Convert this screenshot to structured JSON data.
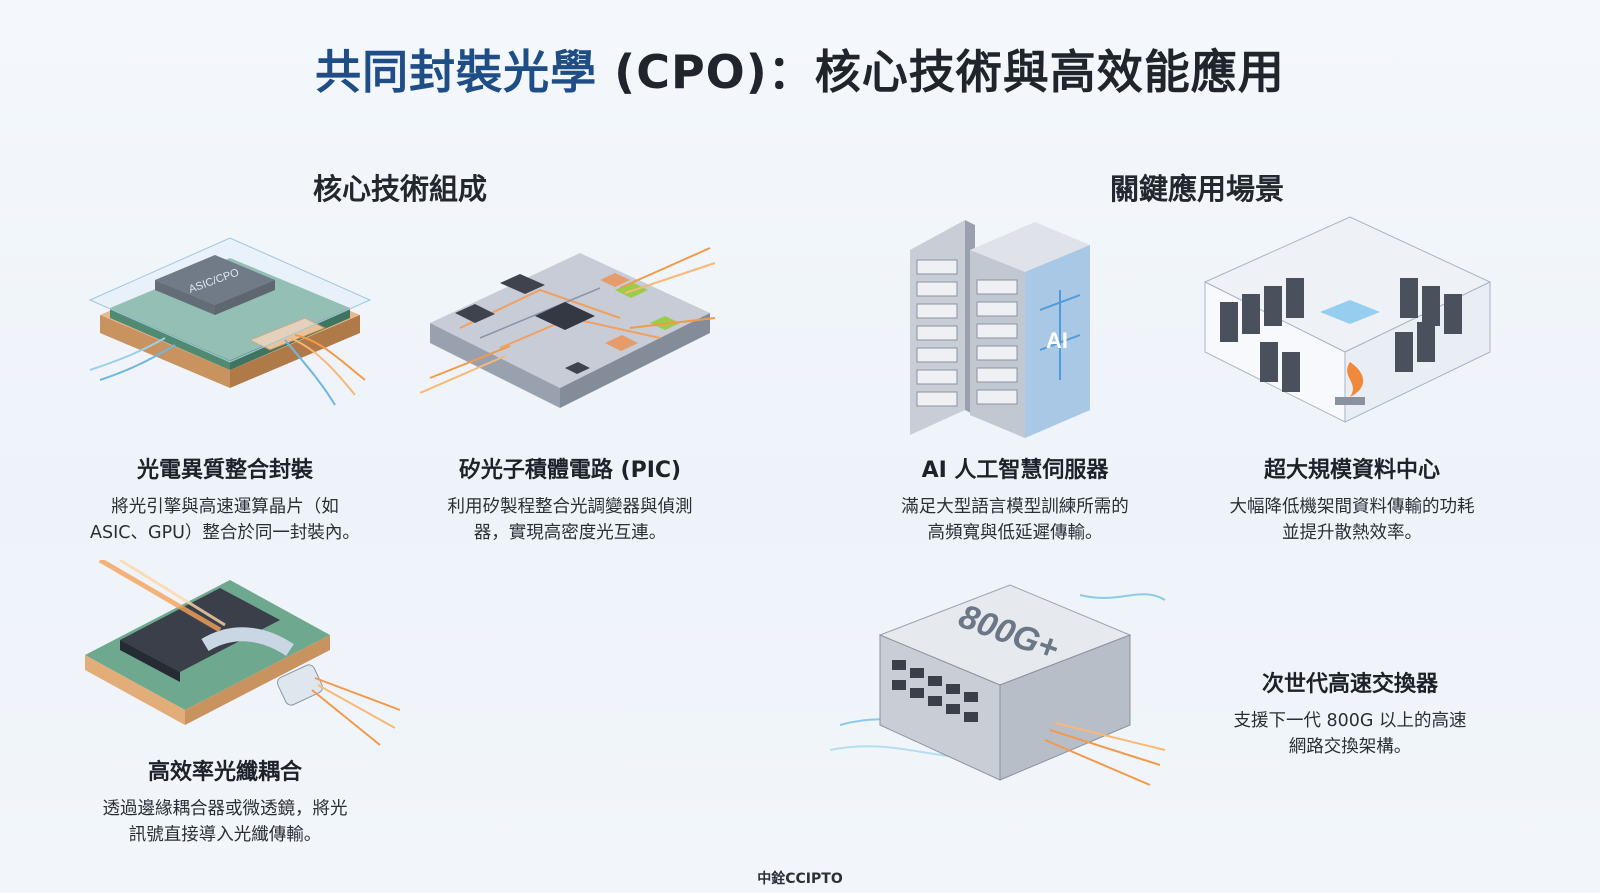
{
  "title": {
    "highlight": "共同封裝光學",
    "rest": " (CPO)：核心技術與高效能應用"
  },
  "sections": {
    "core": "核心技術組成",
    "apps": "關鍵應用場景"
  },
  "core_items": [
    {
      "title": "光電異質整合封裝",
      "desc_line1": "將光引擎與高速運算晶片（如",
      "desc_line2": "ASIC、GPU）整合於同一封裝內。",
      "chip_label": "ASIC/CPO"
    },
    {
      "title": "矽光子積體電路 (PIC)",
      "desc_line1": "利用矽製程整合光調變器與偵測",
      "desc_line2": "器，實現高密度光互連。"
    },
    {
      "title": "高效率光纖耦合",
      "desc_line1": "透過邊緣耦合器或微透鏡，將光",
      "desc_line2": "訊號直接導入光纖傳輸。"
    }
  ],
  "app_items": [
    {
      "title": "AI 人工智慧伺服器",
      "desc_line1": "滿足大型語言模型訓練所需的",
      "desc_line2": "高頻寬與低延遲傳輸。",
      "server_label": "AI"
    },
    {
      "title": "超大規模資料中心",
      "desc_line1": "大幅降低機架間資料傳輸的功耗",
      "desc_line2": "並提升散熱效率。"
    },
    {
      "title": "次世代高速交換器",
      "desc_line1": "支援下一代 800G 以上的高速",
      "desc_line2": "網路交換架構。",
      "switch_label": "800G+"
    }
  ],
  "footer": "中銓CCIPTO",
  "colors": {
    "title_accent": "#1f4e86",
    "text": "#1d2129",
    "fiber_orange": "#f29a4a",
    "fiber_blue": "#6fb7e0"
  }
}
